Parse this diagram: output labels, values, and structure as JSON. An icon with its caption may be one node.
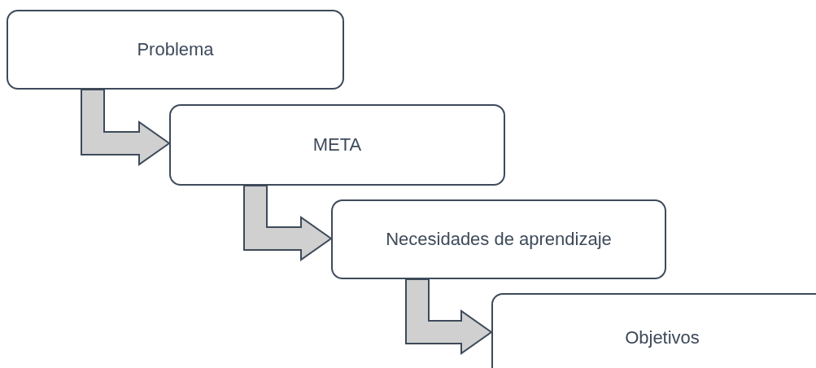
{
  "diagram": {
    "nodes": [
      {
        "text": [
          "Problema"
        ]
      },
      {
        "text": [
          "META"
        ]
      },
      {
        "text": [
          "Necesidades de aprendizaje"
        ]
      },
      {
        "text": [
          "Objetivos"
        ]
      }
    ],
    "edges": [
      {
        "from": 0,
        "to": 1,
        "arrow": "to"
      },
      {
        "from": 1,
        "to": 2,
        "arrow": "to"
      },
      {
        "from": 2,
        "to": 3,
        "arrow": "to"
      }
    ]
  }
}
